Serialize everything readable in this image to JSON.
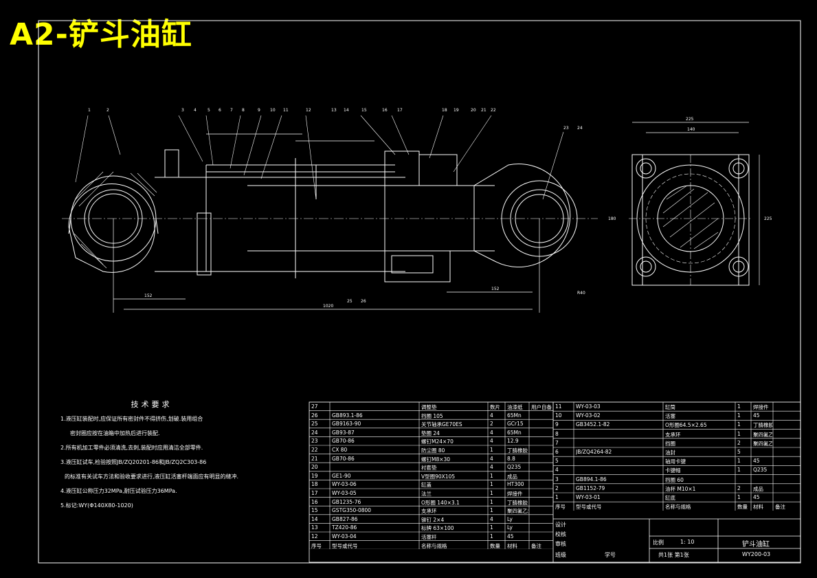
{
  "title": "A2-铲斗油缸",
  "tech": {
    "heading": "技术要求",
    "items": [
      "1.液压缸装配时,应保证所有密封件不得挤伤,划破.装用组合",
      "密封圈应按在油箱中加热后进行装配.",
      "2.所有机加工零件必须清洗,去刺,装配时应用清洁全部零件.",
      "3.液压缸试车,检验按照JB/ZQ20201-86和JB/ZQ2C303-86",
      "的标准有关试车方法和验收要求进行,液压缸活塞杆端面应有明显的缝冲.",
      "4.液压缸公称压力32MPa,耐压试验压力36MPa.",
      "5.标记:WY(Φ140X80-1020)"
    ]
  },
  "bom_left": {
    "headers": [
      "序号",
      "型号或代号",
      "名称与规格",
      "数量",
      "材料",
      "备注"
    ],
    "rows": [
      [
        "27",
        "",
        "调整垫",
        "数片",
        "油漆纸",
        "用户自备"
      ],
      [
        "26",
        "GB893.1-86",
        "挡圈 105",
        "4",
        "65Mn",
        ""
      ],
      [
        "25",
        "GB9163-90",
        "关节轴承GE70ES",
        "2",
        "GCr15",
        ""
      ],
      [
        "24",
        "GB93-87",
        "垫圈 24",
        "4",
        "65Mn",
        ""
      ],
      [
        "23",
        "GB70-86",
        "螺钉M24×70",
        "4",
        "12.9",
        ""
      ],
      [
        "22",
        "CX 80",
        "防尘圈 80",
        "1",
        "丁腈橡胶",
        ""
      ],
      [
        "21",
        "GB70-86",
        "螺钉M8×30",
        "4",
        "8.8",
        ""
      ],
      [
        "20",
        "",
        "衬套垫",
        "4",
        "Q235",
        ""
      ],
      [
        "19",
        "GE1-90",
        "V型圈90X105",
        "1",
        "成品",
        ""
      ],
      [
        "18",
        "WY-03-06",
        "缸盖",
        "1",
        "HT300",
        ""
      ],
      [
        "17",
        "WY-03-05",
        "法兰",
        "1",
        "焊接件",
        ""
      ],
      [
        "16",
        "GB1235-76",
        "O形圈 140×3.1",
        "1",
        "丁腈橡胶",
        ""
      ],
      [
        "15",
        "GSTG350-0800",
        "支承环",
        "1",
        "聚四氟乙烯",
        ""
      ],
      [
        "14",
        "GB827-86",
        "铆钉 2×4",
        "4",
        "Ly",
        ""
      ],
      [
        "13",
        "TZ420-86",
        "标牌 63×100",
        "1",
        "Ly",
        ""
      ],
      [
        "12",
        "WY-03-04",
        "活塞杆",
        "1",
        "45",
        ""
      ]
    ]
  },
  "bom_right": {
    "headers": [
      "序号",
      "型号或代号",
      "名称与规格",
      "数量",
      "材料",
      "备注"
    ],
    "rows": [
      [
        "11",
        "WY-03-03",
        "缸筒",
        "1",
        "焊接件",
        ""
      ],
      [
        "10",
        "WY-03-02",
        "活塞",
        "1",
        "45",
        ""
      ],
      [
        "9",
        "GB3452.1-82",
        "O形圈64.5×2.65",
        "1",
        "丁腈橡胶",
        ""
      ],
      [
        "8",
        "",
        "支承环",
        "1",
        "聚四氟乙烯",
        ""
      ],
      [
        "7",
        "",
        "挡圈",
        "2",
        "聚四氟乙烯",
        ""
      ],
      [
        "6",
        "JB/ZQ4264-82",
        "油封",
        "5",
        "",
        ""
      ],
      [
        "5",
        "",
        "轴用卡键",
        "1",
        "45",
        ""
      ],
      [
        "4",
        "",
        "卡键帽",
        "1",
        "Q235",
        ""
      ],
      [
        "3",
        "GB894.1-86",
        "挡圈 60",
        "",
        "",
        ""
      ],
      [
        "2",
        "GB1152-79",
        "油杯 M10×1",
        "2",
        "成品",
        ""
      ],
      [
        "1",
        "WY-03-01",
        "缸底",
        "1",
        "45",
        ""
      ]
    ]
  },
  "title_block": {
    "design": "设计",
    "check": "校核",
    "review": "审核",
    "class": "班级",
    "student_no": "学号",
    "scale_label": "比例",
    "scale": "1: 10",
    "sheets": "共1张 第1张",
    "name": "铲斗油缸",
    "code": "WY200-03"
  },
  "balloons": [
    "1",
    "2",
    "3",
    "4",
    "5",
    "6",
    "7",
    "8",
    "9",
    "10",
    "11",
    "12",
    "13",
    "14",
    "15",
    "16",
    "17",
    "18",
    "19",
    "20",
    "21",
    "22",
    "23",
    "24",
    "25",
    "26"
  ],
  "dims": {
    "d1": "152",
    "d2": "1020",
    "d3": "152",
    "d4": "R40",
    "d5": "225",
    "d6": "140",
    "d7": "180",
    "d8": "225"
  }
}
